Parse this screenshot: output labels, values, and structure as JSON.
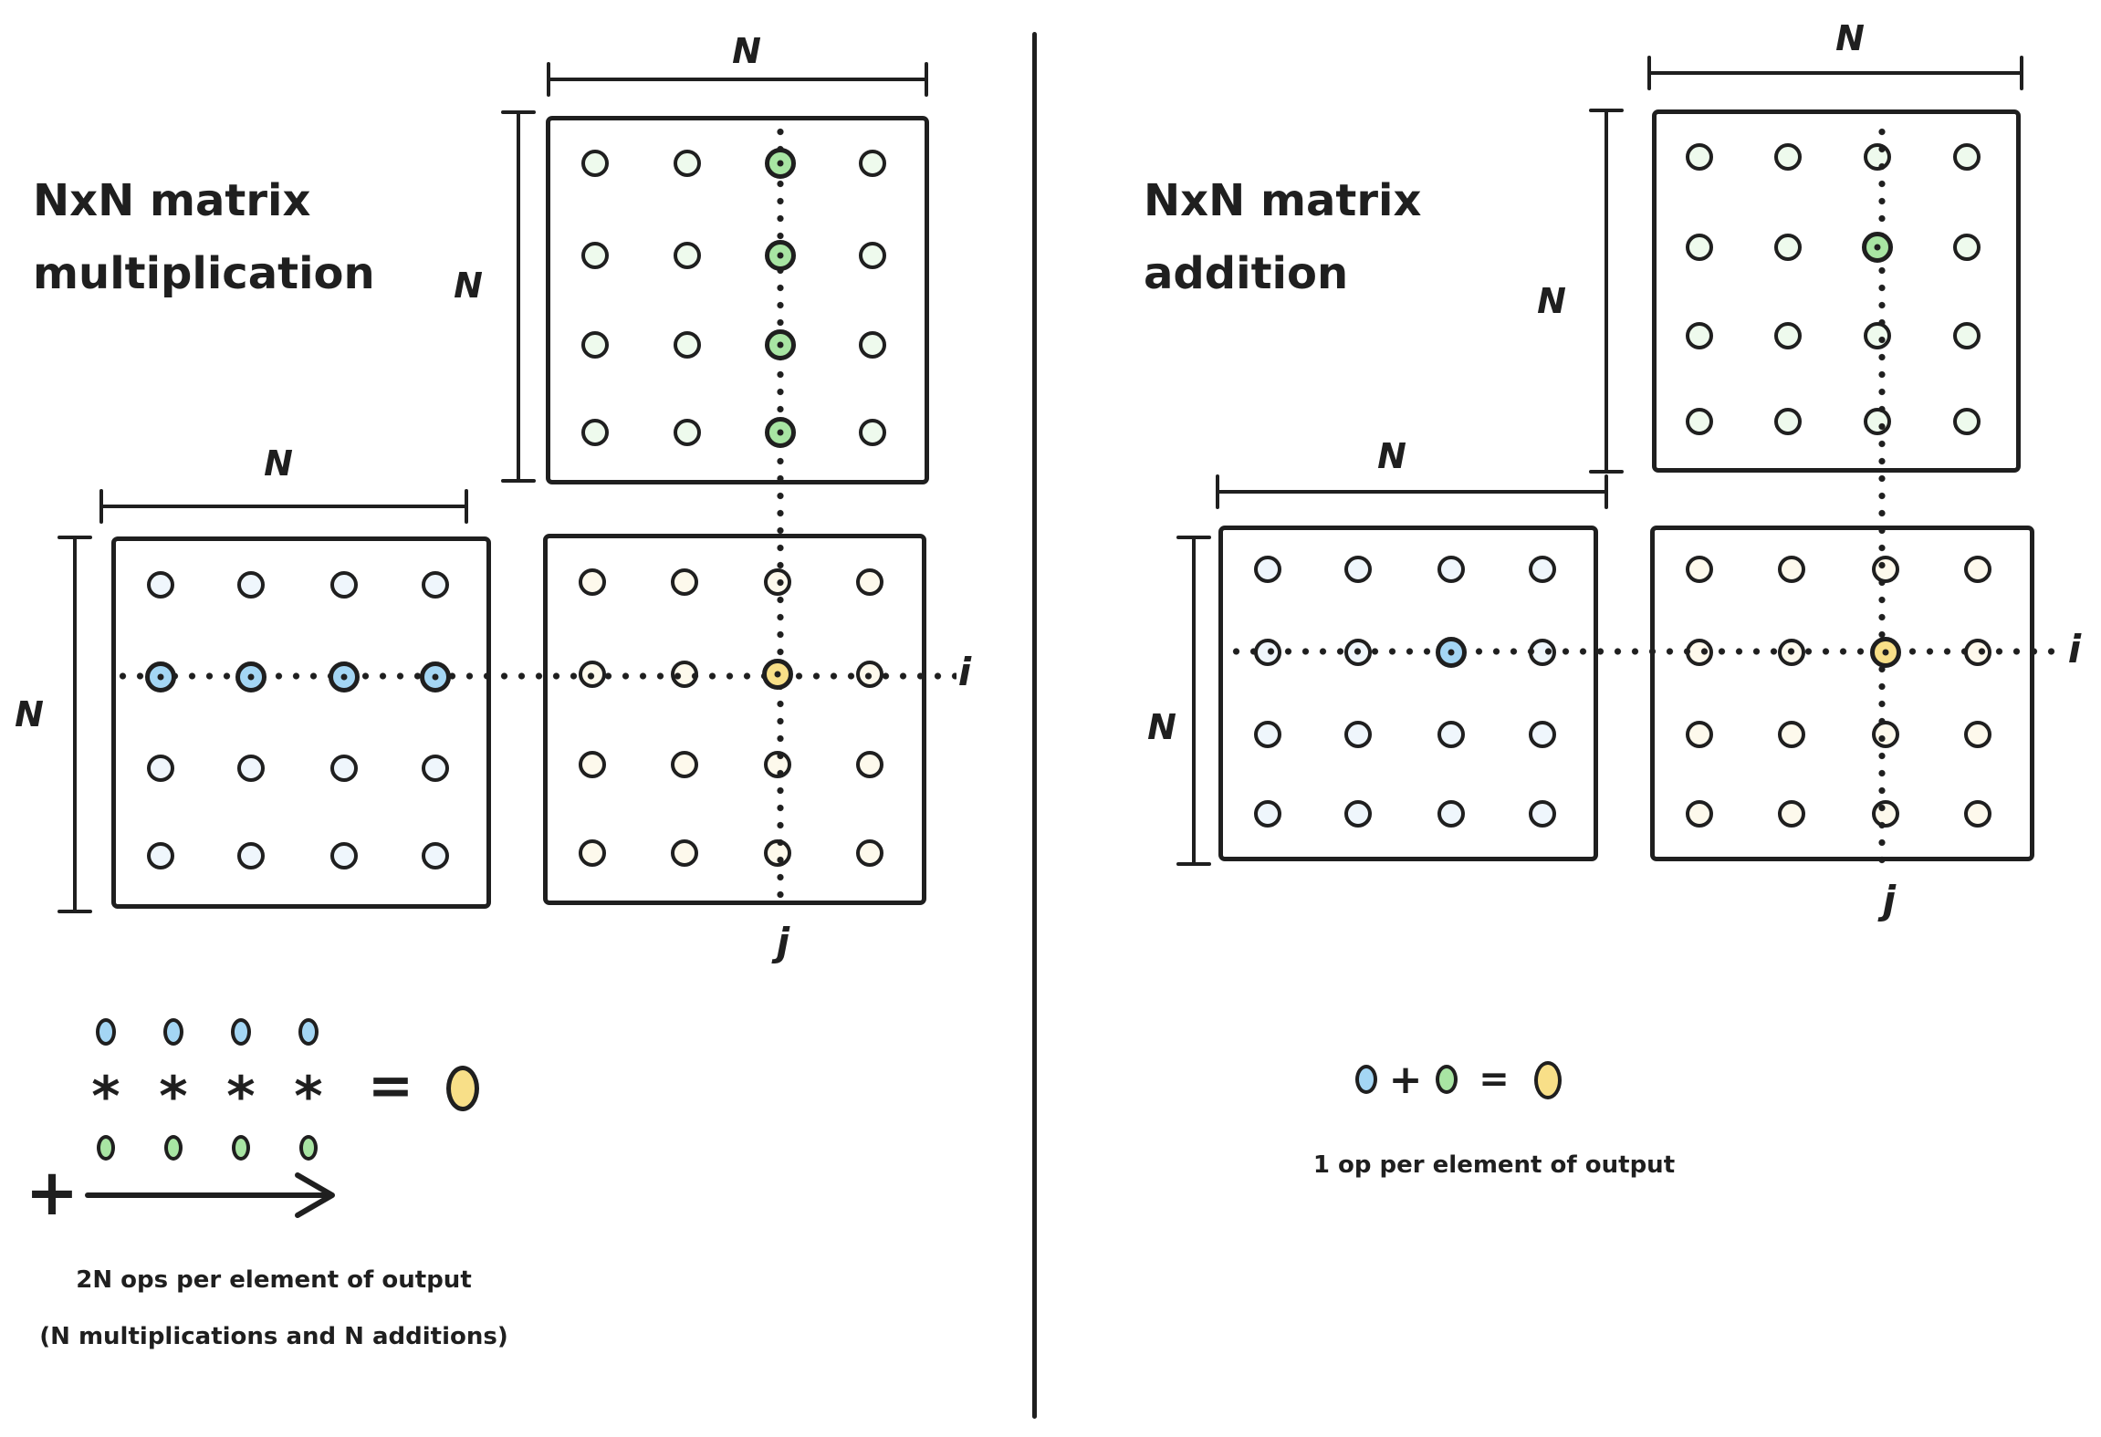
{
  "colors": {
    "ink": "#1f1f1f",
    "blue": "#a4d6f4",
    "blue_faint_fill": "#eff6fc",
    "blue_faint_stroke": "#e2ebf3",
    "green": "#a8e5a3",
    "green_faint_fill": "#eefaed",
    "green_faint_stroke": "#def0dc",
    "yellow": "#f8df88",
    "cream_faint_fill": "#fdf9ec",
    "cream_faint_stroke": "#efe8d2"
  },
  "left": {
    "title": [
      "NxN matrix",
      "multiplication"
    ],
    "matrix_top": {
      "rows": 4,
      "cols": 4,
      "faint": "green",
      "dim_top": "N",
      "dim_side": "N",
      "highlight": {
        "mode": "column",
        "index": 2,
        "style": "green"
      }
    },
    "matrix_left": {
      "rows": 4,
      "cols": 4,
      "faint": "blue",
      "dim_top": "N",
      "dim_side": "N",
      "highlight": {
        "mode": "row",
        "index": 1,
        "style": "blue"
      }
    },
    "matrix_output": {
      "rows": 4,
      "cols": 4,
      "faint": "cream",
      "highlight": {
        "mode": "cell",
        "row": 1,
        "col": 2,
        "style": "yellow"
      },
      "row_label": "i",
      "col_label": "j"
    },
    "legend": {
      "count": 4,
      "op_symbol": "*",
      "sum_symbol": "+",
      "equals_symbol": "=",
      "caption": [
        "2N ops per element of output",
        "(N multiplications and N additions)"
      ]
    }
  },
  "right": {
    "title": [
      "NxN matrix",
      "addition"
    ],
    "matrix_top": {
      "rows": 4,
      "cols": 4,
      "faint": "green",
      "dim_top": "N",
      "dim_side": "N",
      "highlight": {
        "mode": "cell",
        "row": 1,
        "col": 2,
        "style": "green"
      }
    },
    "matrix_left": {
      "rows": 4,
      "cols": 4,
      "faint": "blue",
      "dim_top": "N",
      "dim_side": "N",
      "highlight": {
        "mode": "cell",
        "row": 1,
        "col": 2,
        "style": "blue"
      }
    },
    "matrix_output": {
      "rows": 4,
      "cols": 4,
      "faint": "cream",
      "highlight": {
        "mode": "cell",
        "row": 1,
        "col": 2,
        "style": "yellow"
      },
      "row_label": "i",
      "col_label": "j"
    },
    "legend": {
      "plus_symbol": "+",
      "equals_symbol": "=",
      "caption": "1 op per element of output"
    }
  }
}
